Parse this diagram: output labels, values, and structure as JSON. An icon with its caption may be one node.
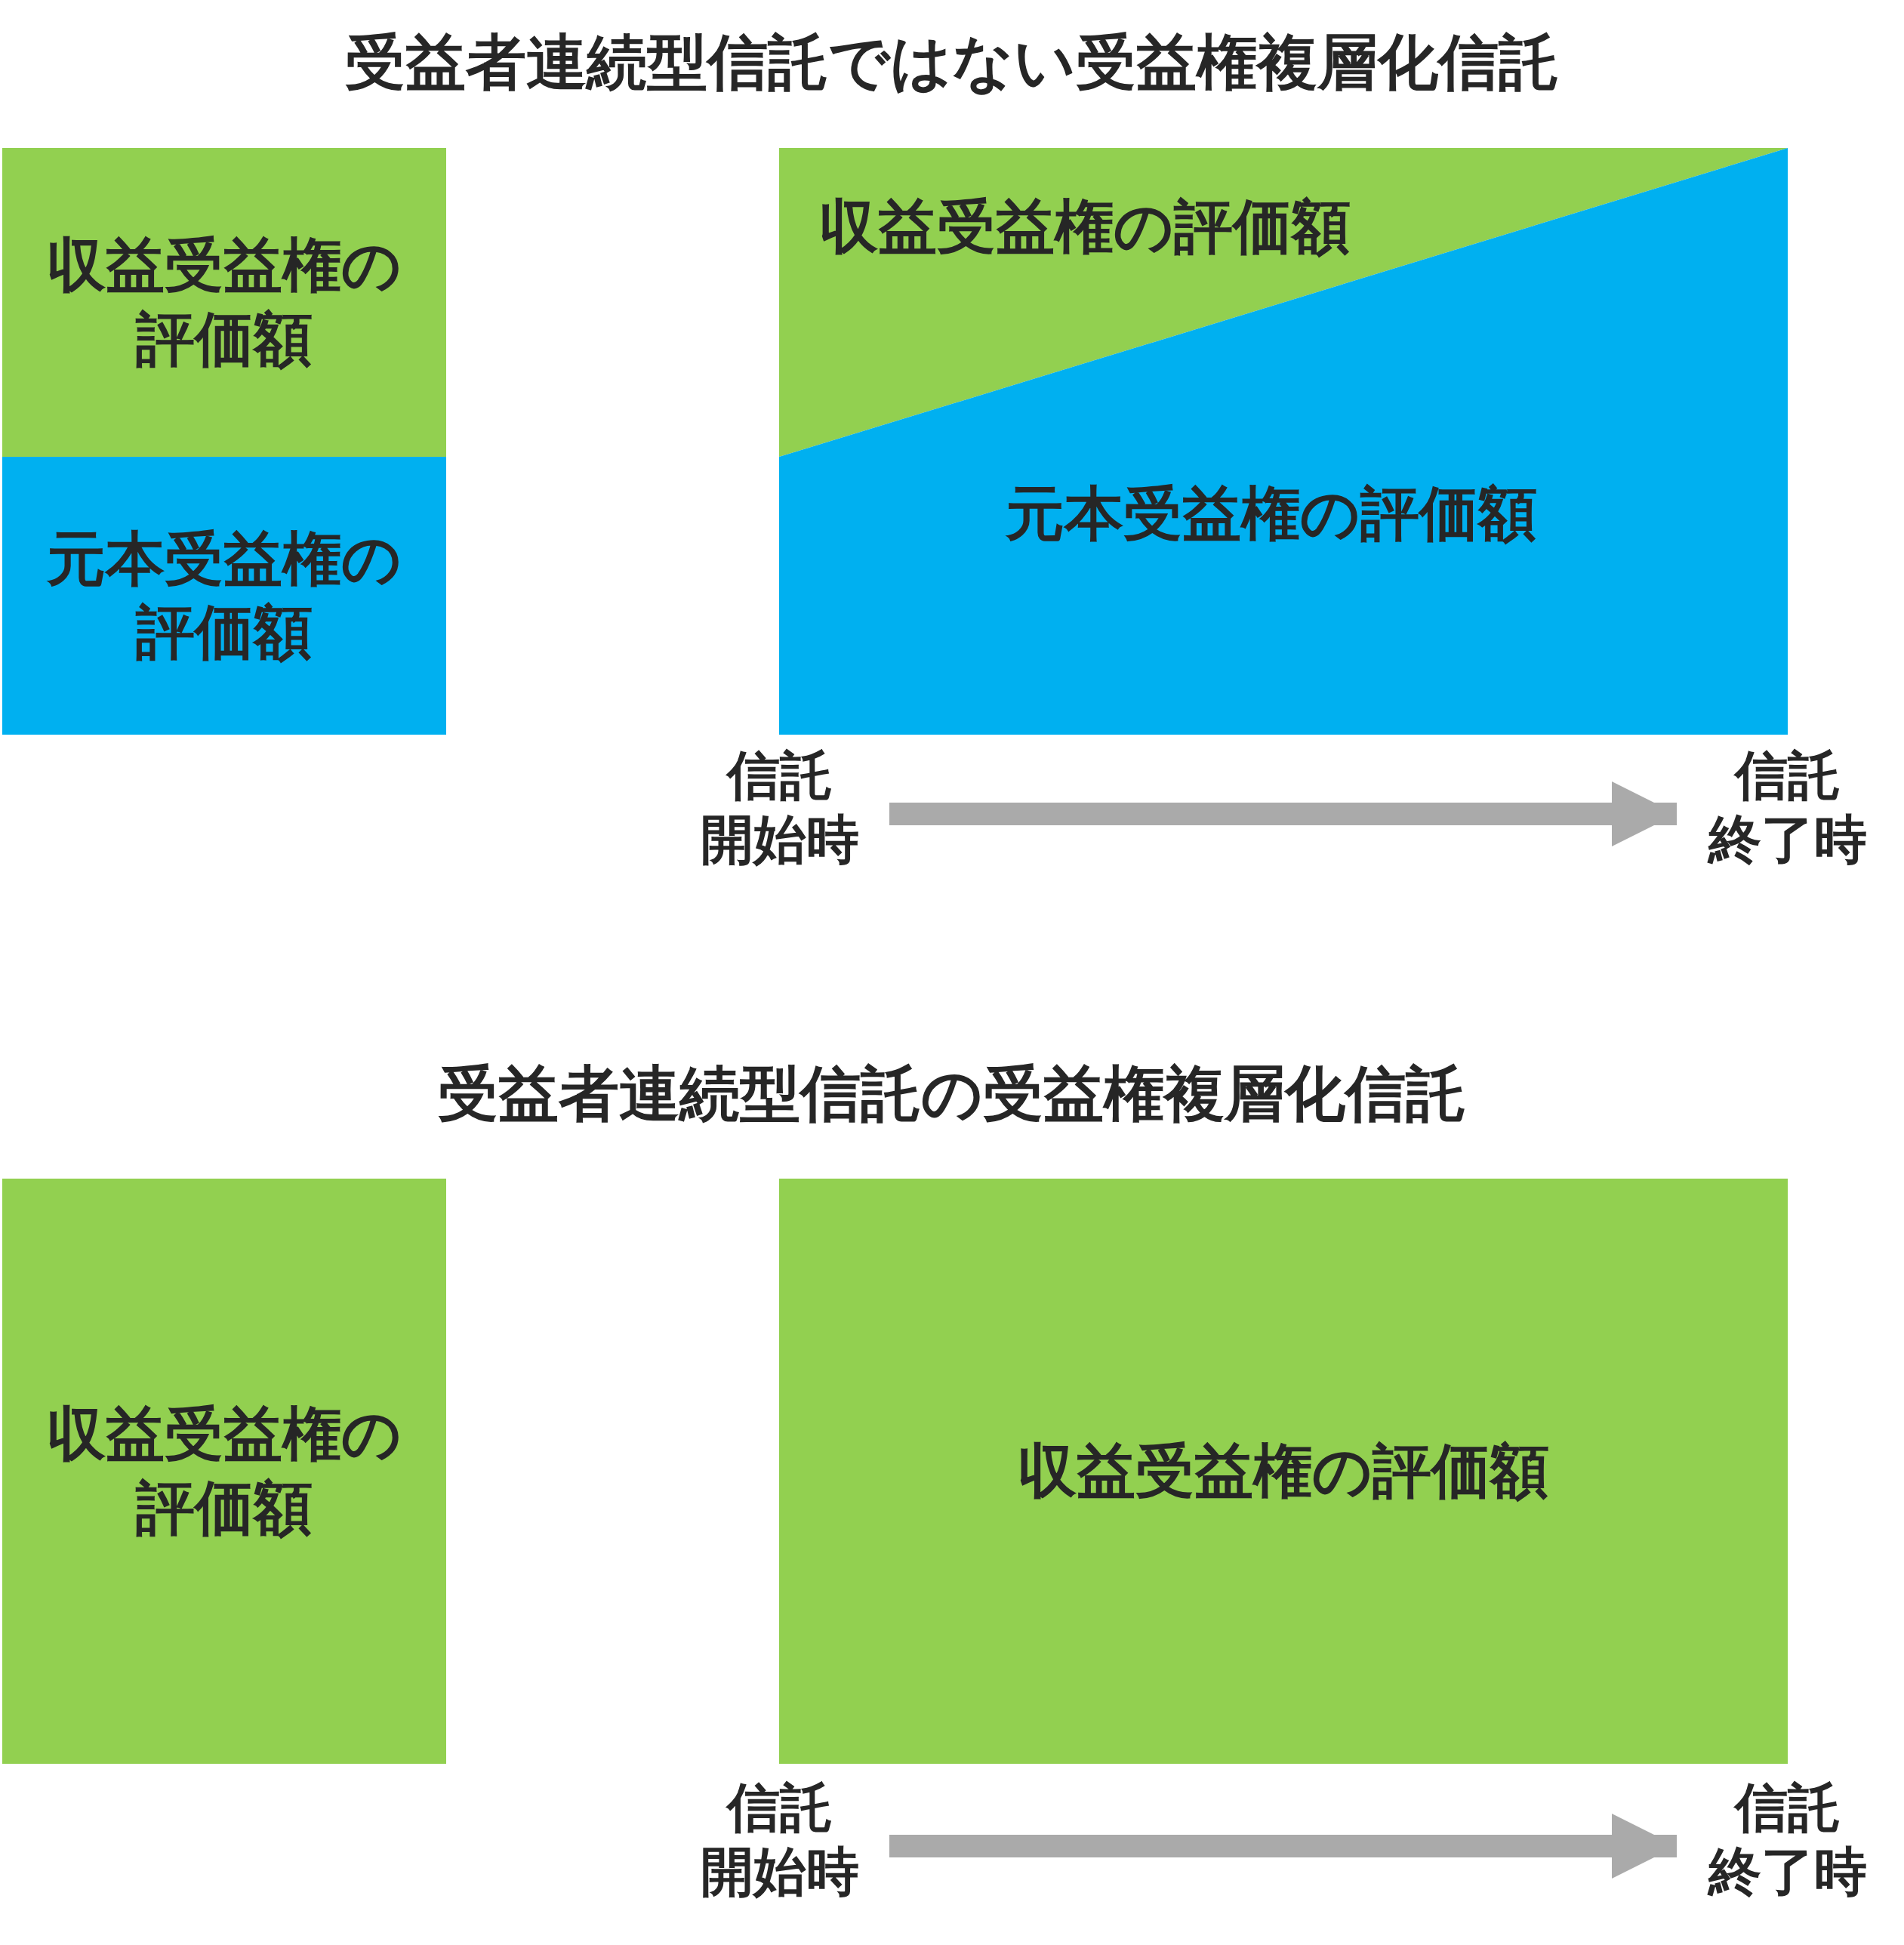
{
  "diagram": {
    "title": "受益者連続型信託ではない受益権複層化信託",
    "nodes": [
      {
        "text": [
          "収益受益権の評価額"
        ]
      },
      {
        "text": [
          "元本受益権の評価額"
        ]
      },
      {
        "text": [
          "収益受益権の評価額"
        ]
      },
      {
        "text": [
          "元本受益権の評価額"
        ]
      },
      {
        "text": [
          "信託開始時"
        ]
      },
      {
        "text": [
          "信託終了時"
        ]
      },
      {
        "text": [
          "収益受益権の評価額"
        ]
      },
      {
        "text": [
          "収益受益権の評価額"
        ]
      },
      {
        "text": [
          "信託開始時"
        ]
      },
      {
        "text": [
          "信託終了時"
        ]
      }
    ],
    "edges": [
      {
        "from": 4,
        "to": 5,
        "arrow": "to"
      },
      {
        "from": 8,
        "to": 9,
        "arrow": "to"
      }
    ],
    "labels": [
      "受益者連続型信託の受益権複層化信託"
    ]
  }
}
